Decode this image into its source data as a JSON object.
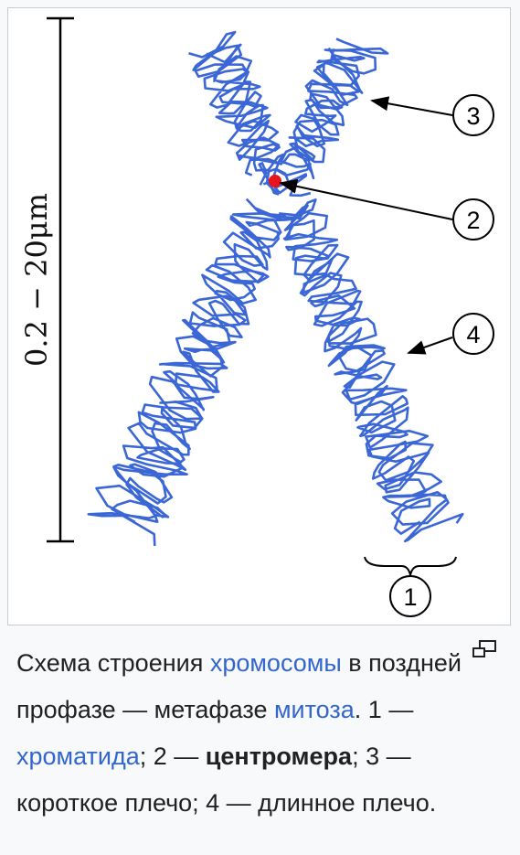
{
  "diagram": {
    "scale_label": "0.2 − 20μm",
    "callouts": [
      "1",
      "2",
      "3",
      "4"
    ],
    "colors": {
      "chromatin": "#3a66d6",
      "centromere": "#e8141c",
      "line": "#000000"
    }
  },
  "caption": {
    "part1": "Схема строения ",
    "link_chromosome": "хромосомы",
    "part2": " в поздней профазе — метафазе ",
    "link_mitosis": "митоза",
    "part3": ". 1 — ",
    "link_chromatid": "хроматида",
    "part4": "; 2 — ",
    "bold_centromere": "центромера",
    "part5": "; 3 — короткое плечо; 4 — длинное плечо."
  },
  "enlarge_icon": "enlarge-icon"
}
